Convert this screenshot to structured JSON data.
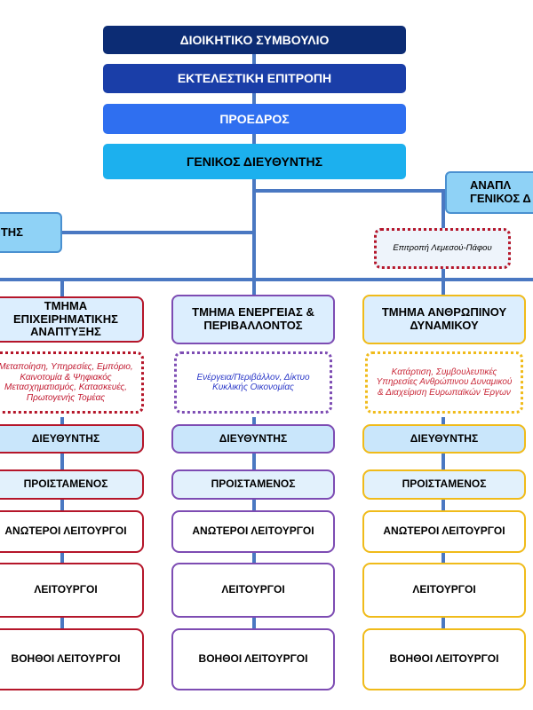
{
  "top": {
    "board": "ΔΙΟΙΚΗΤΙΚΟ ΣΥΜΒΟΥΛΙΟ",
    "executive": "ΕΚΤΕΛΕΣΤΙΚΗ ΕΠΙΤΡΟΠΗ",
    "chairman": "ΠΡΟΕΔΡΟΣ",
    "general_director": "ΓΕΝΙΚΟΣ ΔΙΕΥΘΥΝΤΗΣ",
    "deputy_line1": "ΑΝΑΠΛ",
    "deputy_line2": "ΓΕΝΙΚΟΣ Δ",
    "left_director": "ΝΤΗΣ",
    "committee": "Επιτροπή Λεμεσού-Πάφου"
  },
  "departments": [
    {
      "title": "ΤΜΗΜΑ ΕΠΙΧΕΙΡΗΜΑΤΙΚΗΣ ΑΝΑΠΤΥΞΗΣ",
      "note": "Μεταποίηση, Υπηρεσίες, Εμπόριο, Καινοτομία & Ψηφιακός Μετασχηματισμός, Κατασκευές, Πρωτογενής Τομέας",
      "roles": [
        "ΔΙΕΥΘΥΝΤΗΣ",
        "ΠΡΟΙΣΤΑΜΕΝΟΣ",
        "ΑΝΩΤΕΡΟΙ ΛΕΙΤΟΥΡΓΟΙ",
        "ΛΕΙΤΟΥΡΓΟΙ",
        "ΒΟΗΘΟΙ ΛΕΙΤΟΥΡΓΟΙ"
      ]
    },
    {
      "title": "ΤΜΗΜΑ ΕΝΕΡΓΕΙΑΣ & ΠΕΡΙΒΑΛΛΟΝΤΟΣ",
      "note": "Ενέργεια/Περιβάλλον, Δίκτυο Κυκλικής Οικονομίας",
      "roles": [
        "ΔΙΕΥΘΥΝΤΗΣ",
        "ΠΡΟΙΣΤΑΜΕΝΟΣ",
        "ΑΝΩΤΕΡΟΙ ΛΕΙΤΟΥΡΓΟΙ",
        "ΛΕΙΤΟΥΡΓΟΙ",
        "ΒΟΗΘΟΙ ΛΕΙΤΟΥΡΓΟΙ"
      ]
    },
    {
      "title": "ΤΜΗΜΑ ΑΝΘΡΩΠΙΝΟΥ ΔΥΝΑΜΙΚΟΥ",
      "note": "Κατάρτιση, Συμβουλευτικές Υπηρεσίες Ανθρώπινου Δυναμικού & Διαχείριση Ευρωπαϊκών Έργων",
      "roles": [
        "ΔΙΕΥΘΥΝΤΗΣ",
        "ΠΡΟΙΣΤΑΜΕΝΟΣ",
        "ΑΝΩΤΕΡΟΙ ΛΕΙΤΟΥΡΓΟΙ",
        "ΛΕΙΤΟΥΡΓΟΙ",
        "ΒΟΗΘΟΙ ΛΕΙΤΟΥΡΓΟΙ"
      ]
    }
  ],
  "colors": {
    "board": "#0c2c74",
    "executive": "#1a3ea8",
    "chairman": "#2f6ff0",
    "general_director": "#1cb0ee",
    "connector": "#4a78c2",
    "dept_red": "#b5162a",
    "dept_purple": "#7d4cb3",
    "dept_gold": "#f0bb1a"
  }
}
